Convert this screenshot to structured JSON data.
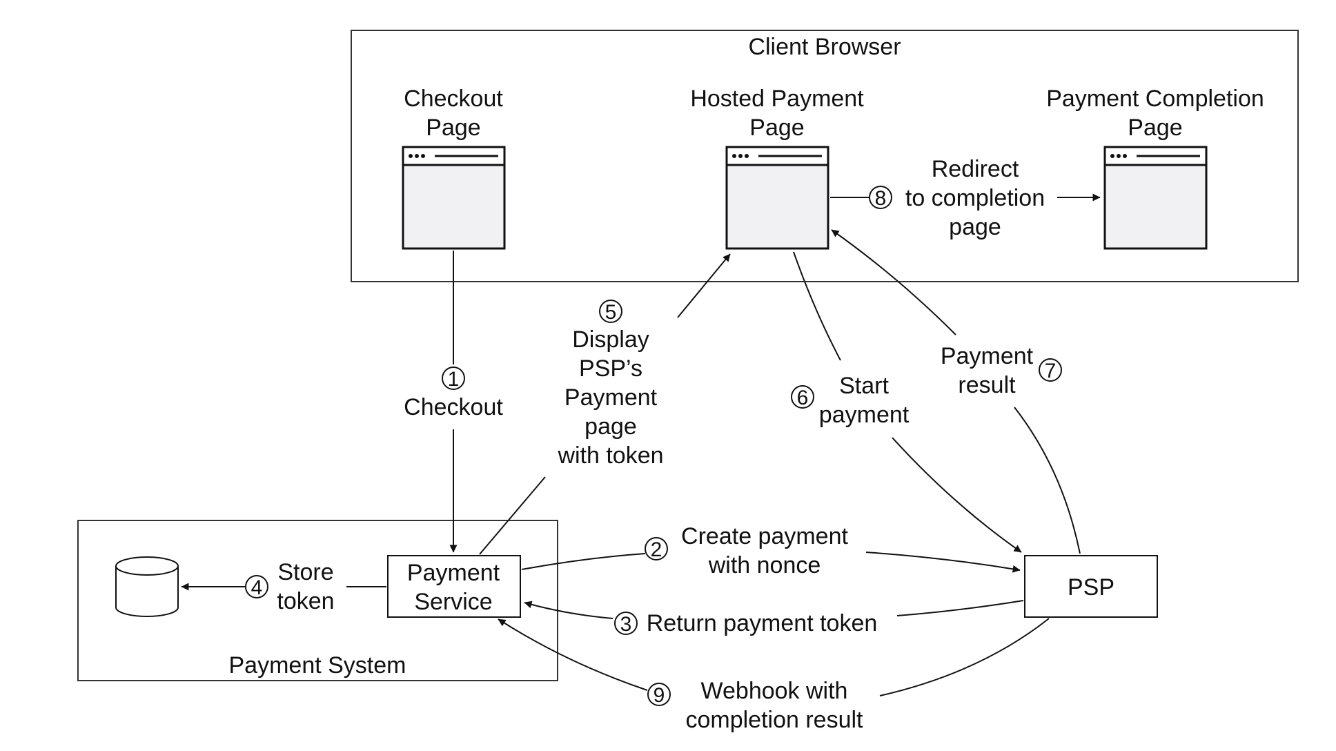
{
  "containers": {
    "client_browser": "Client Browser",
    "payment_system": "Payment System"
  },
  "pages": {
    "checkout": [
      "Checkout",
      "Page"
    ],
    "hosted_payment": [
      "Hosted Payment",
      "Page"
    ],
    "payment_completion": [
      "Payment Completion",
      "Page"
    ]
  },
  "nodes": {
    "payment_service": [
      "Payment",
      "Service"
    ],
    "psp": "PSP"
  },
  "steps": {
    "s1": {
      "num": "1",
      "lines": [
        "Checkout"
      ]
    },
    "s2": {
      "num": "2",
      "lines": [
        "Create payment",
        "with nonce"
      ]
    },
    "s3": {
      "num": "3",
      "lines": [
        "Return payment token"
      ]
    },
    "s4": {
      "num": "4",
      "lines": [
        "Store",
        "token"
      ]
    },
    "s5": {
      "num": "5",
      "lines": [
        "Display",
        "PSP’s",
        "Payment",
        "page",
        "with token"
      ]
    },
    "s6": {
      "num": "6",
      "lines": [
        "Start",
        "payment"
      ]
    },
    "s7": {
      "num": "7",
      "lines": [
        "Payment",
        "result"
      ]
    },
    "s8": {
      "num": "8",
      "lines": [
        "Redirect",
        "to completion",
        "page"
      ]
    },
    "s9": {
      "num": "9",
      "lines": [
        "Webhook  with",
        "completion result"
      ]
    }
  }
}
